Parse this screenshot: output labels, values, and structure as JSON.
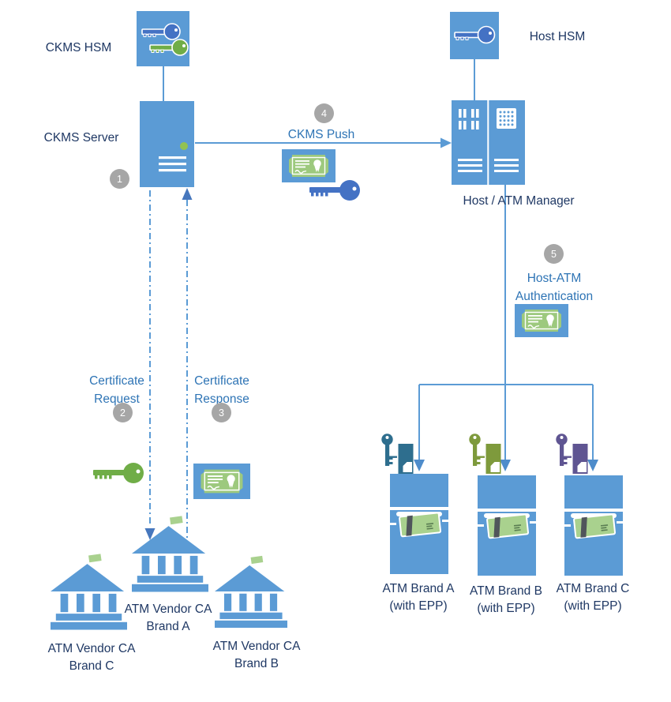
{
  "colors": {
    "primary_blue": "#5B9BD5",
    "navy_label_text": "#1F3864",
    "flow_label_text": "#2E74B5",
    "key_blue": "#4472C4",
    "key_green": "#70AD47",
    "certificate_green": "#9DC97E",
    "badge_gray": "#A6A6A6",
    "epp_key_teal": "#2E6E8E",
    "epp_key_olive": "#7E9A3C",
    "epp_key_purple": "#5F5592",
    "flag_green": "#A9D18E",
    "server_led_green": "#92C253"
  },
  "icons": {
    "ckms-hsm-keys-icon": "dual horizontal keys (blue over green) on blue square",
    "host-hsm-key-icon": "single blue horizontal key on blue square",
    "ckms-server-icon": "server tower with led and vents",
    "host-atm-manager-icon": "double server rack",
    "certificate-icon": "green certificate ticket with ribbon on blue square",
    "push-key-icon": "blue horizontal key",
    "request-key-icon": "green horizontal key",
    "epp-key-card-icon": "vertical key with keycard",
    "bank-icon": "bank building with flag",
    "atm-icon": "atm machine with card slot",
    "arrow-icon": "flow arrow",
    "dashed-arrow-icon": "dash-dot flow arrow"
  },
  "nodes": {
    "ckms_hsm": {
      "label": "CKMS HSM"
    },
    "ckms_server": {
      "label": "CKMS Server"
    },
    "host_hsm": {
      "label": "Host HSM"
    },
    "host_atm_manager": {
      "label": "Host / ATM Manager"
    },
    "vendor_ca_a": {
      "line1": "ATM Vendor CA",
      "line2": "Brand A"
    },
    "vendor_ca_b": {
      "line1": "ATM Vendor CA",
      "line2": "Brand B"
    },
    "vendor_ca_c": {
      "line1": "ATM Vendor CA",
      "line2": "Brand C"
    },
    "atm_a": {
      "line1": "ATM Brand A",
      "line2": "(with EPP)"
    },
    "atm_b": {
      "line1": "ATM Brand B",
      "line2": "(with EPP)"
    },
    "atm_c": {
      "line1": "ATM Brand C",
      "line2": "(with EPP)"
    }
  },
  "flows": {
    "step1": {
      "step": "1"
    },
    "certificate_request": {
      "step": "2",
      "line1": "Certificate",
      "line2": "Request"
    },
    "certificate_response": {
      "step": "3",
      "line1": "Certificate",
      "line2": "Response"
    },
    "ckms_push": {
      "step": "4",
      "label": "CKMS Push"
    },
    "host_atm_authentication": {
      "step": "5",
      "line1": "Host-ATM",
      "line2": "Authentication"
    }
  }
}
